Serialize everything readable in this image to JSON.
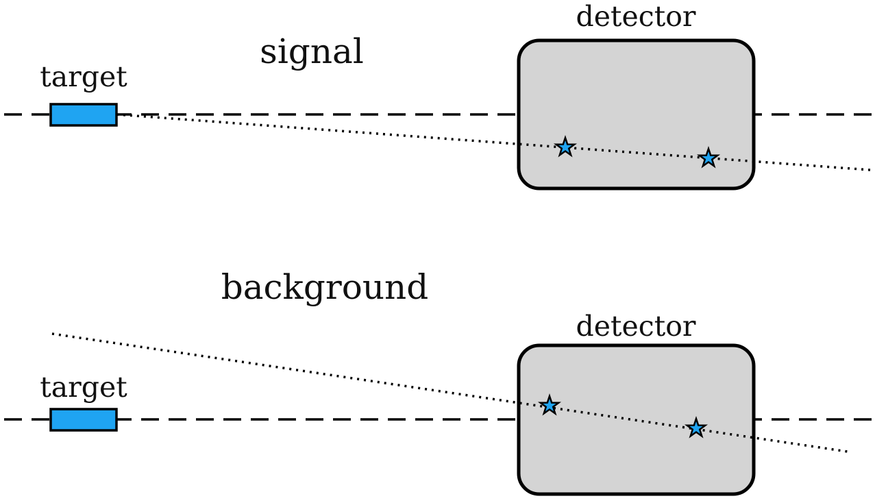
{
  "panels": {
    "signal": {
      "title": "signal",
      "target_label": "target",
      "detector_label": "detector"
    },
    "background": {
      "title": "background",
      "target_label": "target",
      "detector_label": "detector"
    }
  },
  "colors": {
    "target_fill": "#1fa4f2",
    "detector_fill": "#d4d4d4",
    "hit_fill": "#1fa4f2",
    "line_color": "#000000"
  },
  "icons": {
    "hit_marker": "star-icon"
  }
}
